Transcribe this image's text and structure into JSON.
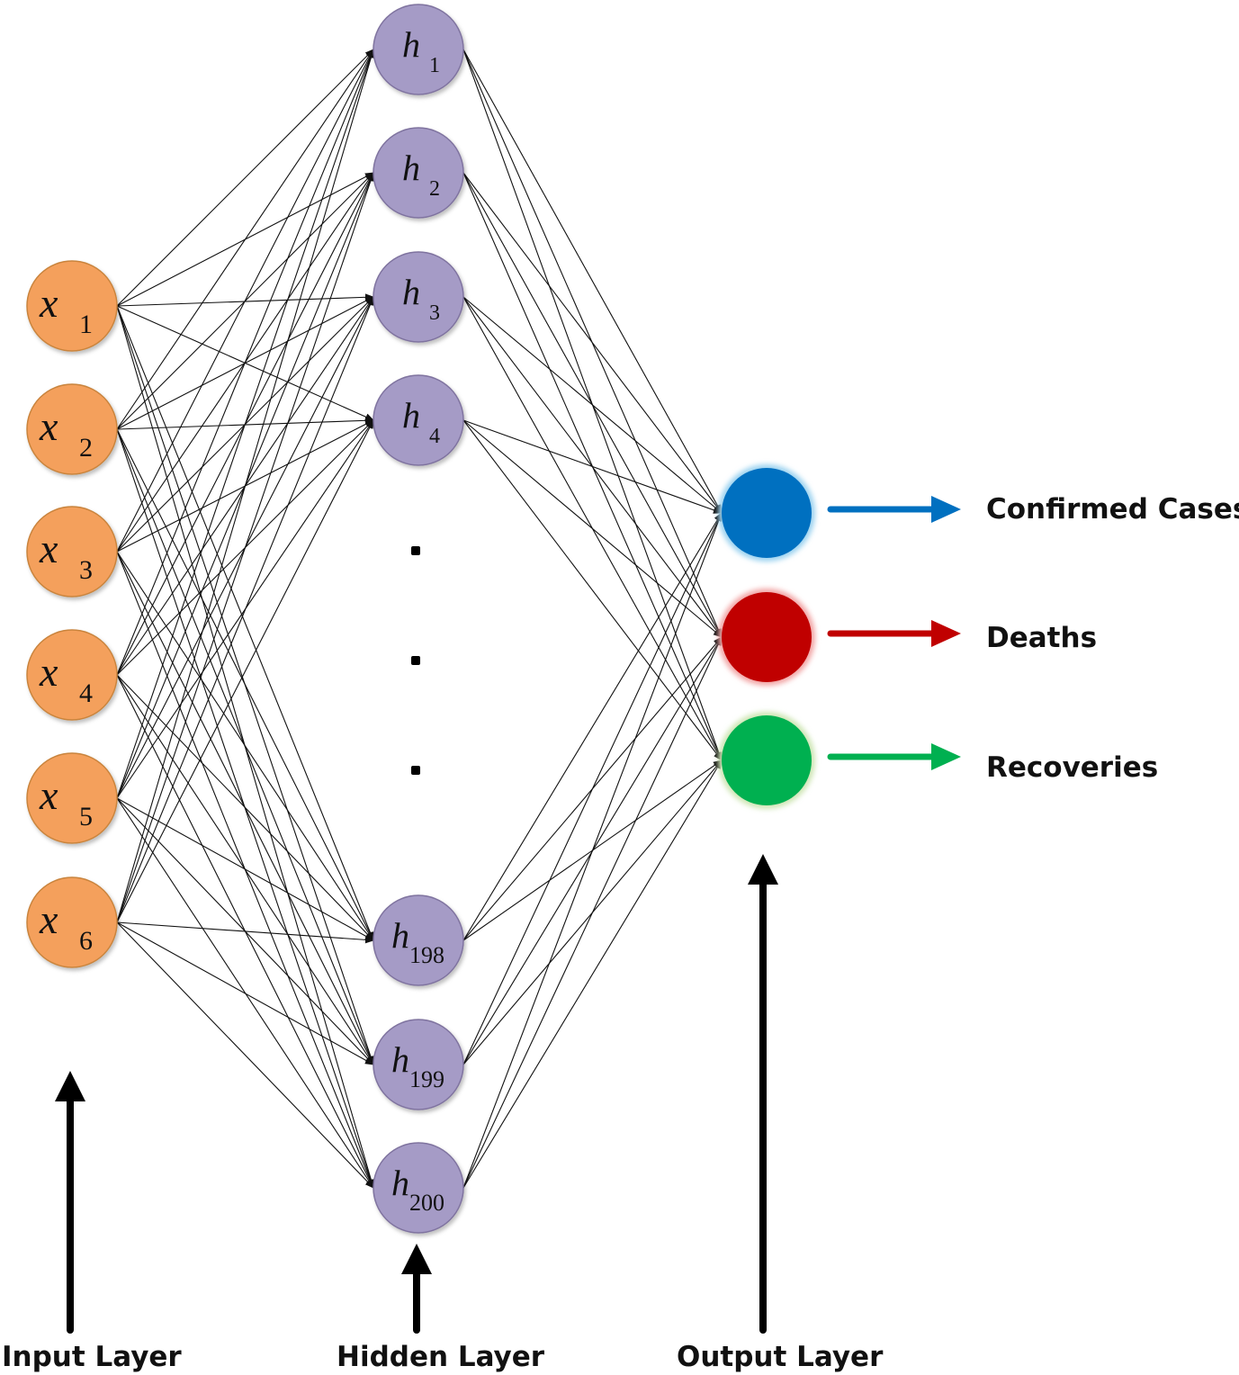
{
  "title": "Neural network architecture",
  "input_layer": {
    "label": "Input Layer",
    "fill_color": "#F4A05B",
    "nodes": [
      {
        "symbol": "x",
        "index": "1"
      },
      {
        "symbol": "x",
        "index": "2"
      },
      {
        "symbol": "x",
        "index": "3"
      },
      {
        "symbol": "x",
        "index": "4"
      },
      {
        "symbol": "x",
        "index": "5"
      },
      {
        "symbol": "x",
        "index": "6"
      }
    ]
  },
  "hidden_layer": {
    "label": "Hidden Layer",
    "fill_color": "#A59BC6",
    "nodes_top": [
      {
        "symbol": "h",
        "index": "1"
      },
      {
        "symbol": "h",
        "index": "2"
      },
      {
        "symbol": "h",
        "index": "3"
      },
      {
        "symbol": "h",
        "index": "4"
      }
    ],
    "ellipsis_dots": 3,
    "nodes_bottom": [
      {
        "symbol": "h",
        "index": "198"
      },
      {
        "symbol": "h",
        "index": "199"
      },
      {
        "symbol": "h",
        "index": "200"
      }
    ]
  },
  "output_layer": {
    "label": "Output Layer",
    "nodes": [
      {
        "name": "Confirmed Cases",
        "color": "#0070C0",
        "glow": "#9DD3F0"
      },
      {
        "name": "Deaths",
        "color": "#C00000",
        "glow": "#F2A6A6"
      },
      {
        "name": "Recoveries",
        "color": "#00B050",
        "glow": "#CFE6B5"
      }
    ]
  },
  "connections": {
    "input_to_hidden": "fully-connected",
    "hidden_to_output": "fully-connected",
    "line_color": "#111111"
  }
}
